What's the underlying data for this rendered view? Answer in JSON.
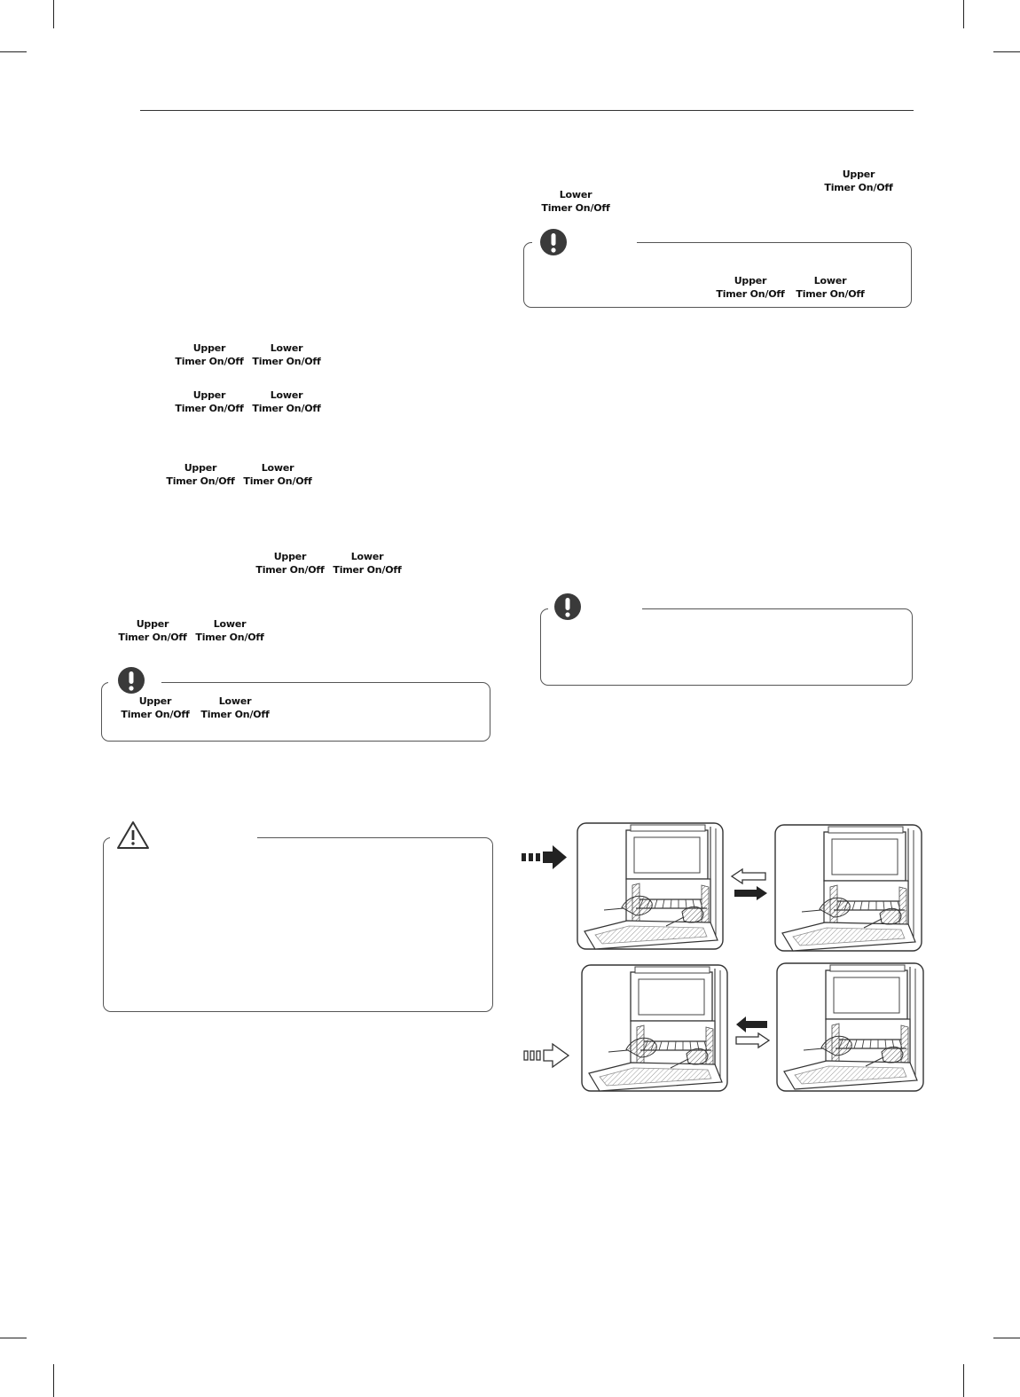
{
  "keys": {
    "upper_top": "Upper",
    "lower_top": "Lower",
    "timer_label": "Timer On/Off"
  },
  "figure": {
    "panels": [
      "slide-rack-out",
      "slide-rack-in",
      "remove-rack",
      "insert-rack"
    ]
  },
  "colors": {
    "ink": "#111111",
    "border": "#555555"
  }
}
